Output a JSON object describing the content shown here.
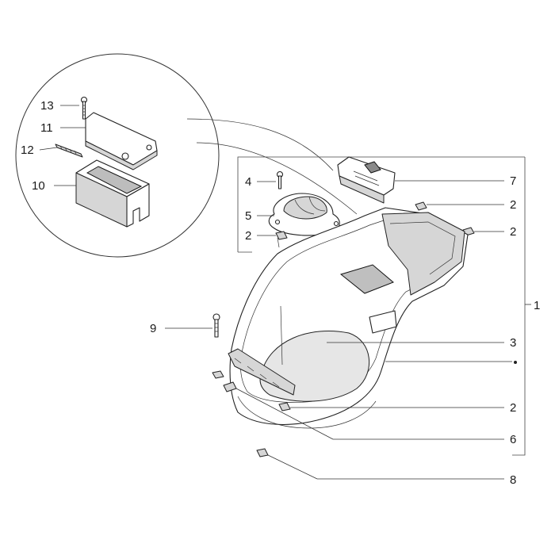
{
  "callouts": {
    "c1": "1",
    "c2a": "2",
    "c2b": "2",
    "c2c": "2",
    "c2d": "2",
    "c3": "3",
    "c4": "4",
    "c5": "5",
    "c6": "6",
    "c7": "7",
    "c8": "8",
    "c9": "9",
    "c10": "10",
    "c11": "11",
    "c12": "12",
    "c13": "13"
  }
}
